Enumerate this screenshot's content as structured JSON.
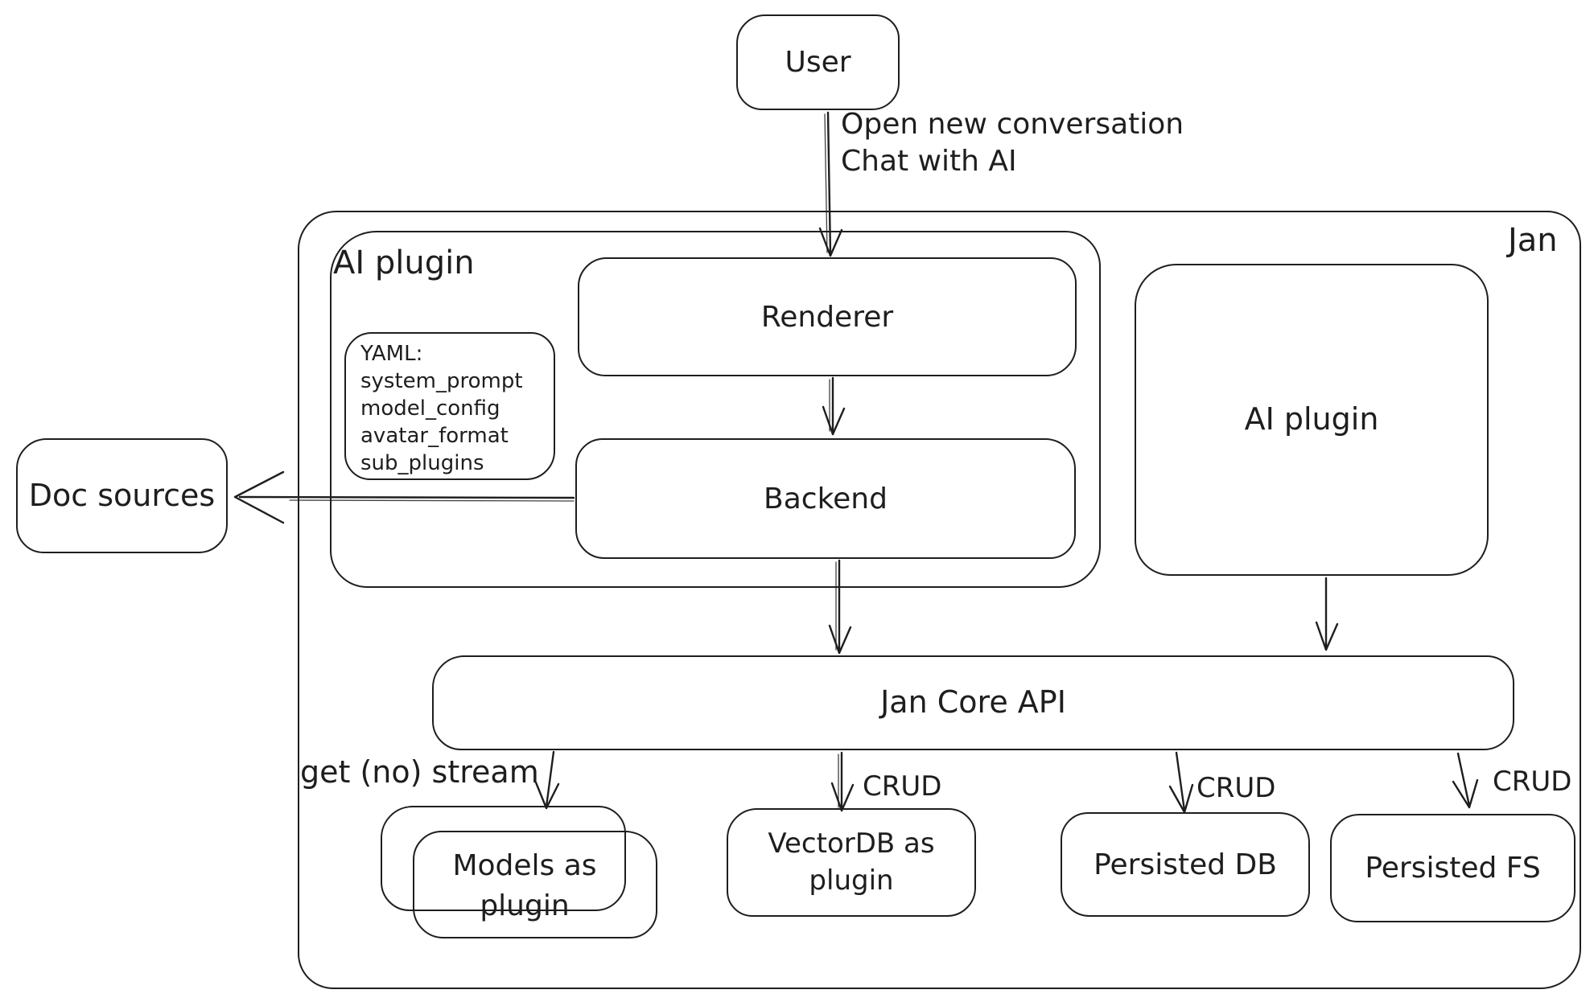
{
  "diagram": {
    "colors": {
      "stroke": "#1e1e1e",
      "background": "#ffffff"
    },
    "nodes": {
      "user": {
        "label": "User"
      },
      "jan_container": {
        "label": "Jan"
      },
      "ai_plugin_container": {
        "label": "AI plugin"
      },
      "renderer": {
        "label": "Renderer"
      },
      "backend": {
        "label": "Backend"
      },
      "yaml_note": {
        "lines": [
          "YAML:",
          "system_prompt",
          "model_config",
          "avatar_format",
          "sub_plugins"
        ]
      },
      "doc_sources": {
        "label": "Doc sources"
      },
      "ai_plugin_right": {
        "label": "AI plugin"
      },
      "jan_core_api": {
        "label": "Jan Core API"
      },
      "models_as_plugin": {
        "label": "Models as plugin"
      },
      "vectordb_as_plugin": {
        "label": "VectorDB as plugin"
      },
      "persisted_db": {
        "label": "Persisted DB"
      },
      "persisted_fs": {
        "label": "Persisted FS"
      }
    },
    "edges": {
      "user_to_renderer": {
        "labels": [
          "Open new conversation",
          "Chat with AI"
        ]
      },
      "core_to_models": {
        "label": "get (no) stream"
      },
      "core_to_vectordb": {
        "label": "CRUD"
      },
      "core_to_persisted_db": {
        "label": "CRUD"
      },
      "core_to_persisted_fs": {
        "label": "CRUD"
      }
    }
  }
}
